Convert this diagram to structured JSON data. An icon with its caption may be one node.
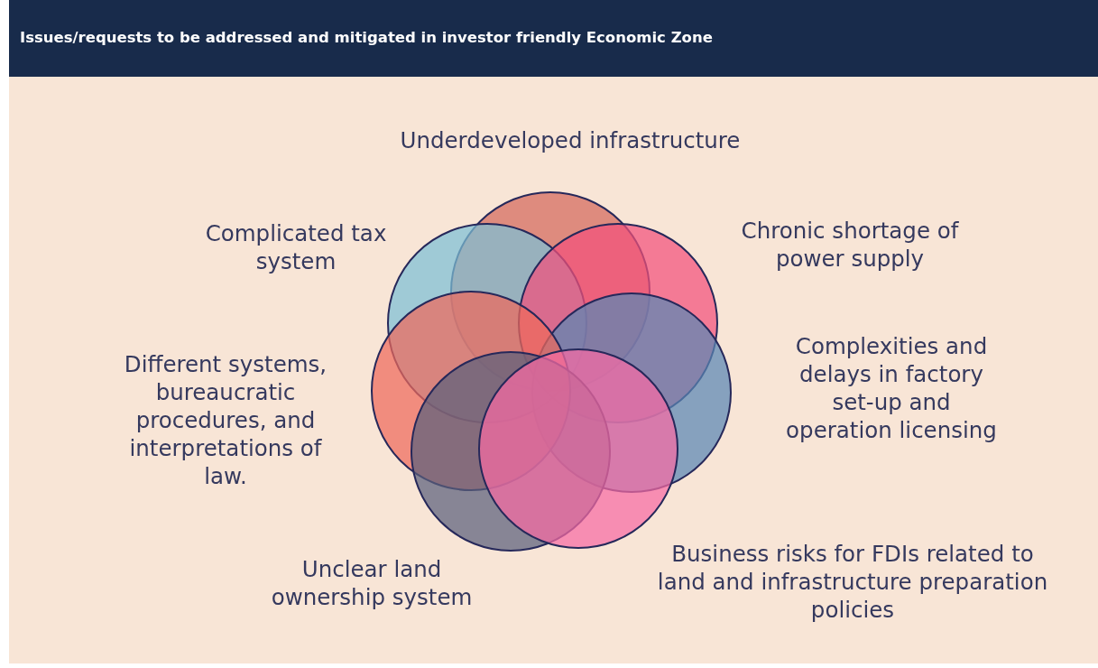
{
  "diagram": {
    "title": "Issues/requests to be addressed and mitigated in investor friendly Economic Zone",
    "nodes": [
      {
        "text": [],
        "shape": "circle",
        "beside": [
          "Underdeveloped infrastructure"
        ]
      },
      {
        "text": [],
        "shape": "circle",
        "beside": [
          "Complicated tax system"
        ]
      },
      {
        "text": [],
        "shape": "circle",
        "beside": [
          "Chronic shortage of power supply"
        ]
      },
      {
        "text": [],
        "shape": "circle",
        "beside": [
          "Complexities and delays in factory set-up and operation licensing"
        ]
      },
      {
        "text": [],
        "shape": "circle",
        "beside": [
          "Different systems, bureaucratic procedures, and interpretations of law."
        ]
      },
      {
        "text": [],
        "shape": "circle",
        "beside": [
          "Unclear land ownership system"
        ]
      },
      {
        "text": [],
        "shape": "circle",
        "beside": [
          "Business risks for FDIs related to land and infrastructure preparation policies"
        ]
      }
    ],
    "edges": []
  }
}
